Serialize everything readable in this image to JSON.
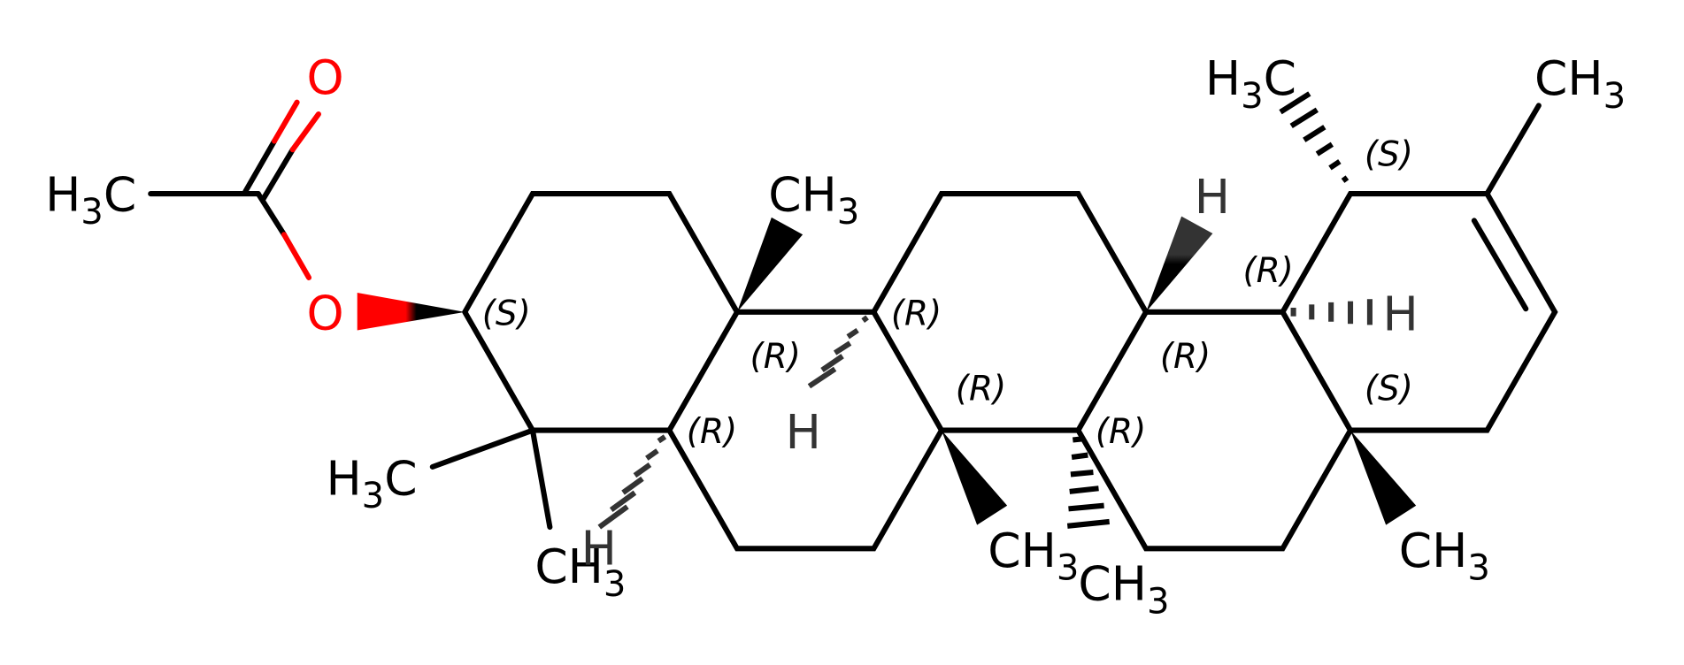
{
  "molecule": {
    "description": "Skeletal structure of an acetylated pentacyclic triterpene (taraxasteryl-type acetate) with CIP stereodescriptors",
    "colors": {
      "bond": "#000000",
      "oxygen": "#ff0000",
      "hydrogen_label": "#333333"
    },
    "atom_labels": {
      "acetyl_methyl": {
        "main": "H",
        "sub": "3",
        "tail": "C"
      },
      "carbonyl_o": "O",
      "ester_o": "O",
      "ch3_ring_c": {
        "main": "CH",
        "sub": "3"
      },
      "gem_methyl_1": {
        "main": "H",
        "sub": "3",
        "tail": "C"
      },
      "gem_methyl_2": {
        "main": "CH",
        "sub": "3"
      },
      "h_c5": "H",
      "h_c9": "H",
      "ch3_c8": {
        "main": "CH",
        "sub": "3"
      },
      "ch3_c14": {
        "main": "CH",
        "sub": "3"
      },
      "h_c13": "H",
      "h_c18": "H",
      "ch3_c17": {
        "main": "CH",
        "sub": "3"
      },
      "ch3_c19": {
        "main": "H",
        "sub": "3",
        "tail": "C"
      },
      "ch3_c20": {
        "main": "CH",
        "sub": "3"
      }
    },
    "stereo_labels": [
      {
        "id": "c3",
        "text": "(S)"
      },
      {
        "id": "c10",
        "text": "(R)"
      },
      {
        "id": "c9",
        "text": "(R)"
      },
      {
        "id": "c5",
        "text": "(R)"
      },
      {
        "id": "c8",
        "text": "(R)"
      },
      {
        "id": "c14",
        "text": "(R)"
      },
      {
        "id": "c13",
        "text": "(R)"
      },
      {
        "id": "c18",
        "text": "(R)"
      },
      {
        "id": "c19",
        "text": "(S)"
      },
      {
        "id": "c17",
        "text": "(S)"
      }
    ]
  }
}
